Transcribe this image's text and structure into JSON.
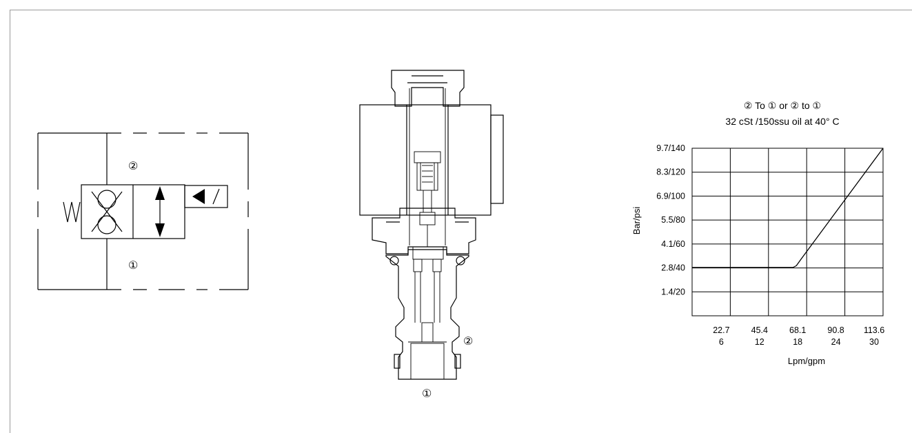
{
  "schematic": {
    "port_top": "②",
    "port_bottom": "①",
    "spring_label": "W"
  },
  "section": {
    "port_side": "②",
    "port_bottom": "①"
  },
  "chart_data": {
    "type": "line",
    "title": "② To ① or ② to ①",
    "subtitle": "32 cSt /150ssu oil at 40° C",
    "ylabel": "Bar/psi",
    "xlabel": "Lpm/gpm",
    "y_ticks": [
      "9.7/140",
      "8.3/120",
      "6.9/100",
      "5.5/80",
      "4.1/60",
      "2.8/40",
      "1.4/20"
    ],
    "x_ticks_lpm": [
      "22.7",
      "45.4",
      "68.1",
      "90.8",
      "113.6"
    ],
    "x_ticks_gpm": [
      "6",
      "12",
      "18",
      "24",
      "30"
    ],
    "x_range_lpm": [
      0,
      113.6
    ],
    "y_range_bar": [
      0,
      9.7
    ],
    "grid": true,
    "series": [
      {
        "values": [
          [
            0,
            2.8
          ],
          [
            60,
            2.8
          ],
          [
            62,
            2.9
          ],
          [
            65,
            3.3
          ],
          [
            113.6,
            9.7
          ]
        ]
      }
    ]
  }
}
